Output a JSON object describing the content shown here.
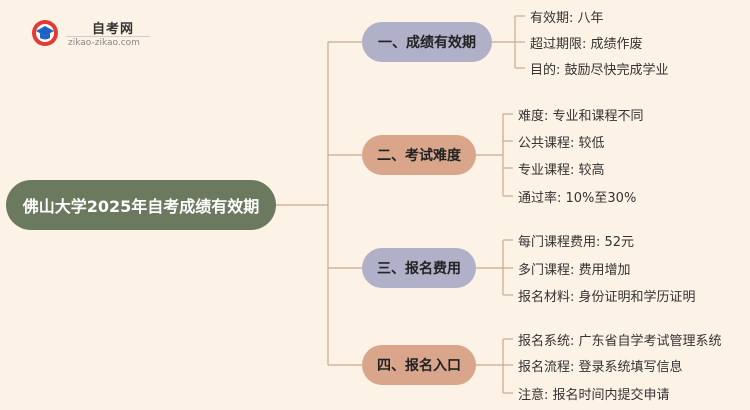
{
  "logo": {
    "title": "自考网",
    "subtitle": "zikao-zikao.com"
  },
  "root": "佛山大学2025年自考成绩有效期",
  "branches": [
    {
      "label": "一、成绩有效期",
      "items": [
        "有效期: 八年",
        "超过期限: 成绩作废",
        "目的: 鼓励尽快完成学业"
      ]
    },
    {
      "label": "二、考试难度",
      "items": [
        "难度: 专业和课程不同",
        "公共课程: 较低",
        "专业课程: 较高",
        "通过率: 10%至30%"
      ]
    },
    {
      "label": "三、报名费用",
      "items": [
        "每门课程费用: 52元",
        "多门课程: 费用增加",
        "报名材料: 身份证明和学历证明"
      ]
    },
    {
      "label": "四、报名入口",
      "items": [
        "报名系统: 广东省自学考试管理系统",
        "报名流程: 登录系统填写信息",
        "注意: 报名时间内提交申请"
      ]
    }
  ],
  "colors": {
    "background": "#fdf2e6",
    "root": "#6b7a5e",
    "branch_purple": "#b0b0c8",
    "branch_orange": "#d9a68c",
    "connector": "#c8a890"
  }
}
